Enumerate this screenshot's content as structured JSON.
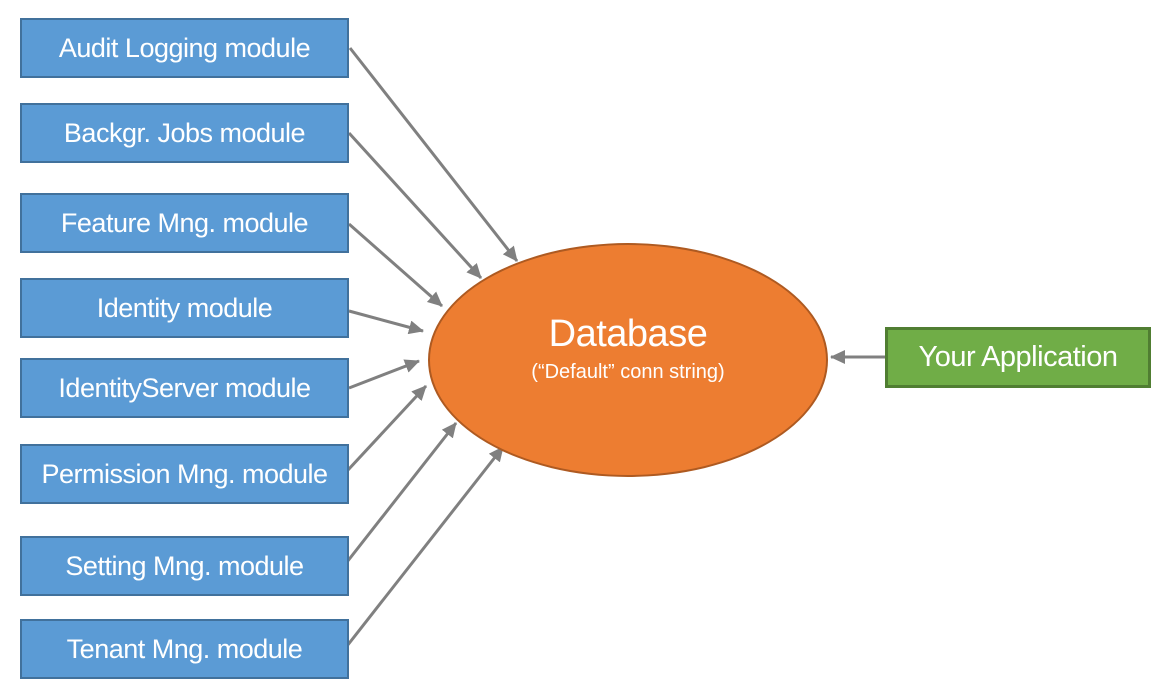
{
  "diagram": {
    "modules": [
      {
        "id": "audit-logging",
        "label": "Audit Logging module"
      },
      {
        "id": "background-jobs",
        "label": "Backgr. Jobs module"
      },
      {
        "id": "feature-management",
        "label": "Feature Mng. module"
      },
      {
        "id": "identity",
        "label": "Identity module"
      },
      {
        "id": "identity-server",
        "label": "IdentityServer module"
      },
      {
        "id": "permission-management",
        "label": "Permission Mng. module"
      },
      {
        "id": "setting-management",
        "label": "Setting Mng. module"
      },
      {
        "id": "tenant-management",
        "label": "Tenant Mng. module"
      }
    ],
    "database": {
      "id": "database",
      "title": "Database",
      "subtitle": "(“Default” conn string)"
    },
    "application": {
      "id": "your-application",
      "label": "Your Application"
    },
    "connections": [
      {
        "from": "audit-logging",
        "to": "database"
      },
      {
        "from": "background-jobs",
        "to": "database"
      },
      {
        "from": "feature-management",
        "to": "database"
      },
      {
        "from": "identity",
        "to": "database"
      },
      {
        "from": "identity-server",
        "to": "database"
      },
      {
        "from": "permission-management",
        "to": "database"
      },
      {
        "from": "setting-management",
        "to": "database"
      },
      {
        "from": "tenant-management",
        "to": "database"
      },
      {
        "from": "your-application",
        "to": "database"
      }
    ],
    "colors": {
      "module_fill": "#5B9BD5",
      "module_border": "#41719C",
      "database_fill": "#ED7D31",
      "database_border": "#AE5A21",
      "application_fill": "#70AD47",
      "application_border": "#507E32",
      "arrow": "#808080",
      "text": "#FFFFFF",
      "background": "#FFFFFF"
    }
  }
}
